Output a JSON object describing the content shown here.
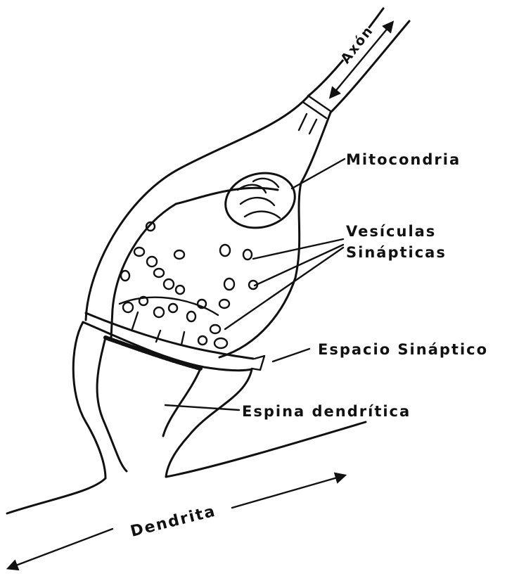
{
  "diagram": {
    "labels": {
      "axon": "Axón",
      "mitochondria": "Mitocondria",
      "vesicles_line1": "Vesículas",
      "vesicles_line2": "Sinápticas",
      "synaptic_space": "Espacio Sináptico",
      "dendritic_spine": "Espina dendrítica",
      "dendrite": "Dendrita"
    },
    "colors": {
      "ink": "#111111",
      "paper": "#ffffff"
    }
  }
}
